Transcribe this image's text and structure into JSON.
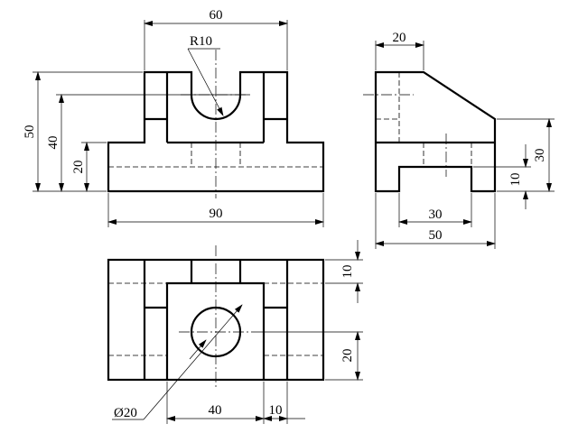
{
  "front_view": {
    "width_top": "60",
    "radius": "R10",
    "height_total": "50",
    "height_40": "40",
    "height_20": "20",
    "width_bottom": "90"
  },
  "side_view": {
    "top_width": "20",
    "height_30": "30",
    "height_10": "10",
    "slot_width": "30",
    "total_width": "50"
  },
  "top_view": {
    "depth_10": "10",
    "depth_20": "20",
    "hole_diameter": "Ø20",
    "width_40": "40",
    "width_10": "10"
  }
}
